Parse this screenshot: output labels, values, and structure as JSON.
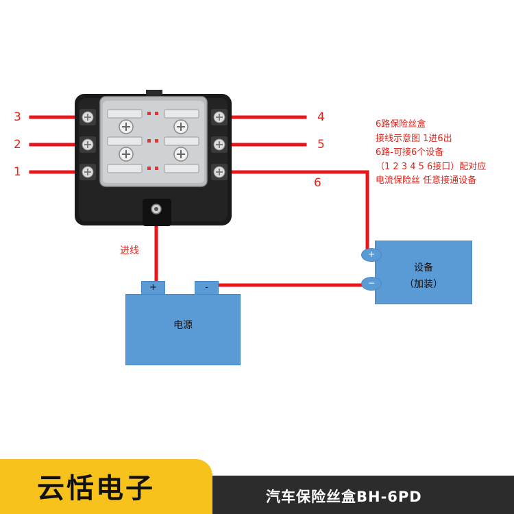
{
  "fuse_box": {
    "left_terminals": [
      "3",
      "2",
      "1"
    ],
    "right_terminals": [
      "4",
      "5",
      "6"
    ]
  },
  "description": {
    "lines": [
      "6路保险丝盒",
      "接线示意图 1进6出",
      "6路-可接6个设备",
      "（1 2 3 4 5 6接口）配对应",
      "电流保险丝 任意接通设备"
    ]
  },
  "wiring": {
    "input_label": "进线"
  },
  "device": {
    "title": "设备",
    "subtitle": "（加装）",
    "plus_symbol": "+",
    "minus_symbol": "−"
  },
  "battery": {
    "label": "电源",
    "plus_symbol": "+",
    "minus_symbol": "-"
  },
  "footer": {
    "brand": "云恬电子",
    "product": "汽车保险丝盒BH-6PD"
  },
  "colors": {
    "wire": "#e8161b",
    "box_blue": "#5b9bd5",
    "brand_yellow": "#f7c21b",
    "footer_dark": "#2c2c2c"
  }
}
